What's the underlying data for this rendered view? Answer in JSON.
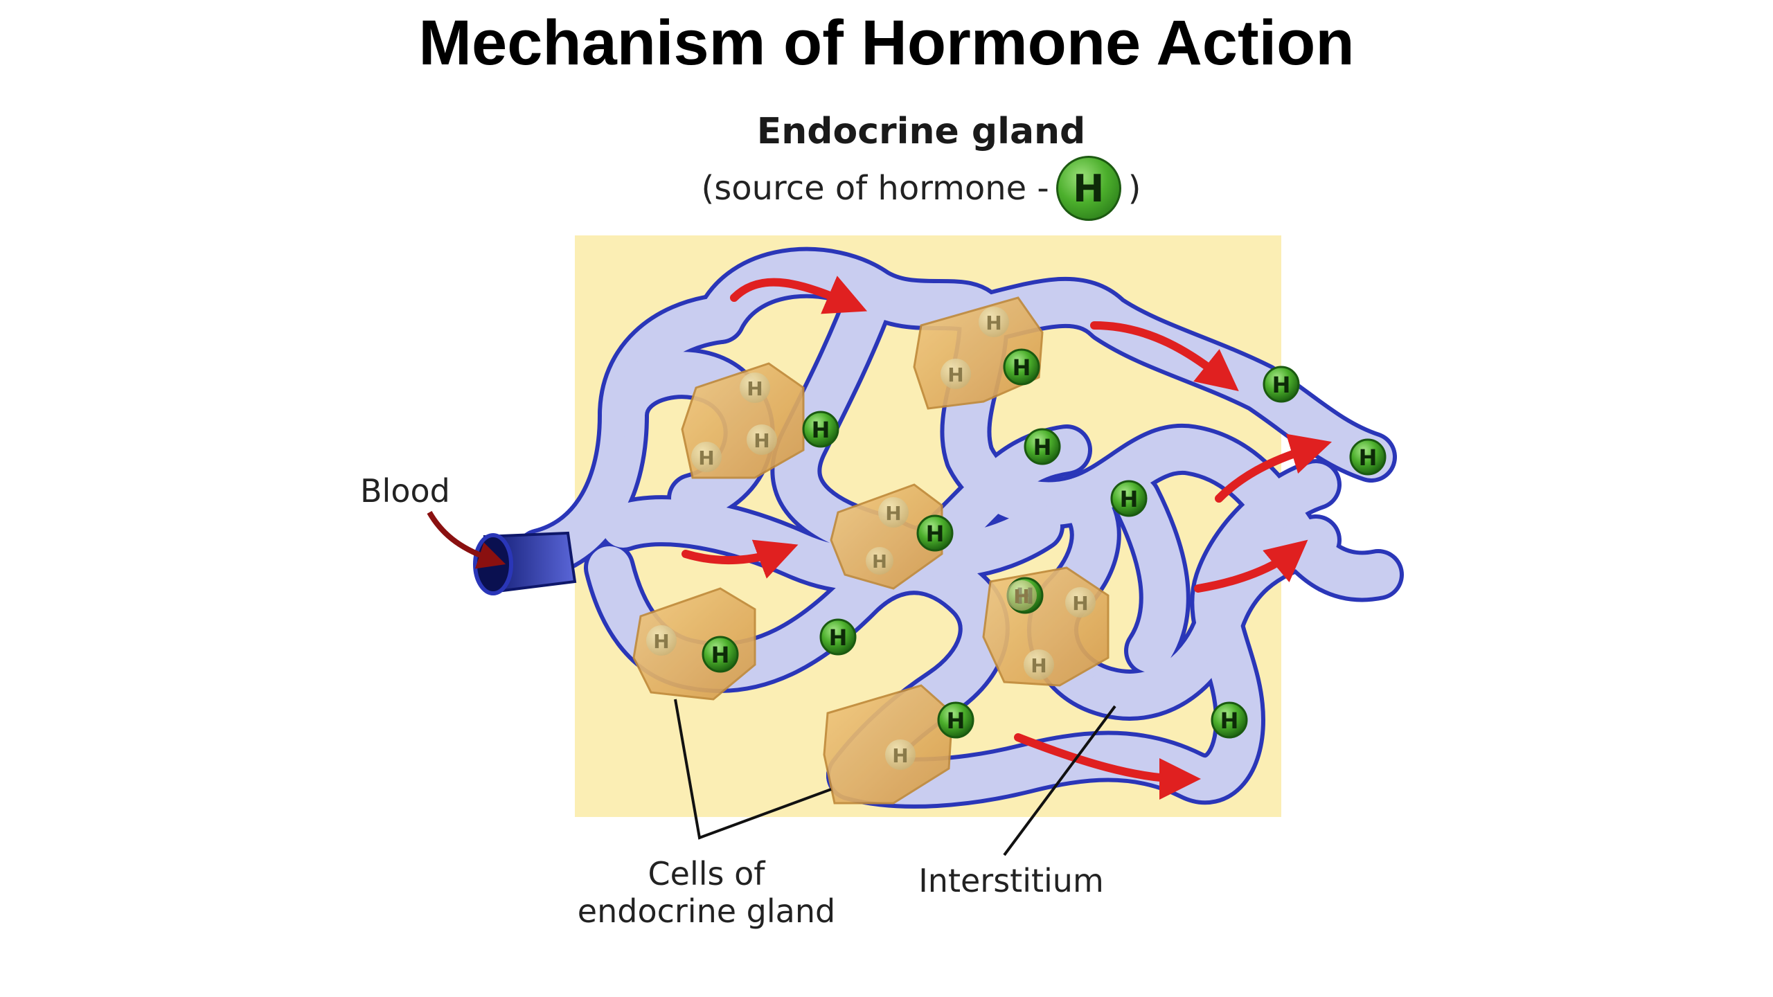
{
  "title": "Mechanism of Hormone Action",
  "gland": {
    "heading": "Endocrine gland",
    "subtitle_prefix": "(source of hormone -",
    "subtitle_suffix": ")",
    "hormone_symbol": "H"
  },
  "labels": {
    "blood": "Blood",
    "cells_line1": "Cells of",
    "cells_line2": "endocrine gland",
    "interstitium": "Interstitium"
  },
  "colors": {
    "tissue": "#fbeeb4",
    "vessel_fill": "#c9cdf0",
    "vessel_stroke": "#2a36b8",
    "cell": "#e7b66a",
    "hormone": "#4caf2c",
    "flow_arrow": "#e02020"
  }
}
